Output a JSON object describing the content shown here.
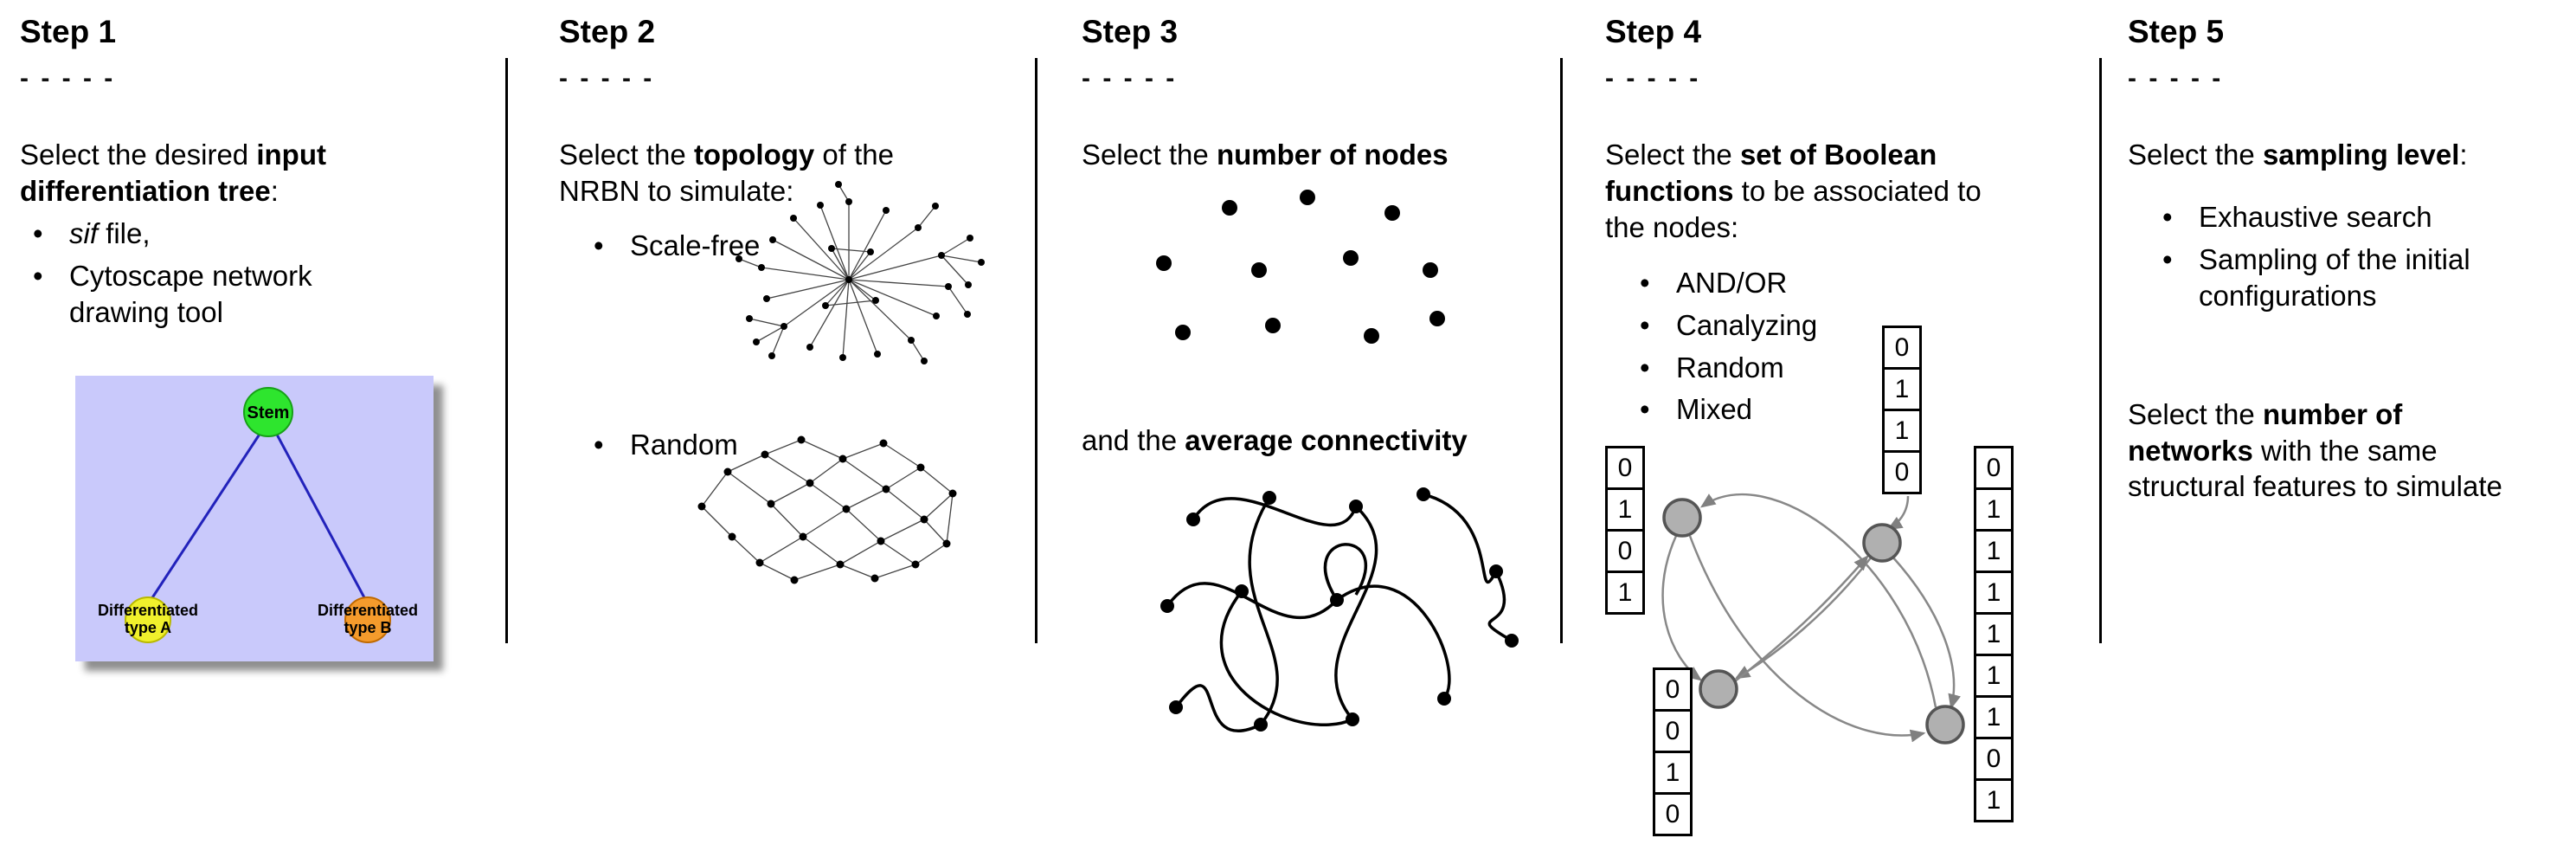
{
  "step1": {
    "title": "Step 1",
    "dashes": "- - - - -",
    "intro_l1_pre": "Select the desired ",
    "intro_l1_bold": "input",
    "intro_l2_bold": "differentiation tree",
    "intro_l2_post": ":",
    "bullet1_italic": "sif",
    "bullet1_rest": " file,",
    "bullet2_l1": "Cytoscape network",
    "bullet2_l2": "drawing tool",
    "tree": {
      "root": "Stem",
      "left_l1": "Differentiated",
      "left_l2": "type A",
      "right_l1": "Differentiated",
      "right_l2": "type B"
    },
    "colors": {
      "panel_bg": "#c9c9fb",
      "root_fill": "#2ee52e",
      "left_fill": "#f0f02c",
      "right_fill": "#f59b2c",
      "edge": "#2222bb"
    }
  },
  "step2": {
    "title": "Step 2",
    "dashes": "- - - - -",
    "intro_l1_pre": "Select the ",
    "intro_l1_bold": "topology",
    "intro_l1_post": " of the",
    "intro_l2": "NRBN to simulate:",
    "bullet1": "Scale-free",
    "bullet2": "Random"
  },
  "step3": {
    "title": "Step 3",
    "dashes": "- - - - -",
    "line1_pre": "Select the ",
    "line1_bold": "number of nodes",
    "line2_pre": "and the ",
    "line2_bold": "average connectivity"
  },
  "step4": {
    "title": "Step 4",
    "dashes": "- - - - -",
    "intro_l1_pre": "Select the ",
    "intro_l1_bold": "set of Boolean",
    "intro_l2_bold": "functions",
    "intro_l2_post": " to be associated to",
    "intro_l3": "the nodes:",
    "bullets": [
      "AND/OR",
      "Canalyzing",
      "Random",
      "Mixed"
    ],
    "truth_tables": {
      "top": [
        "0",
        "1",
        "1",
        "0"
      ],
      "left": [
        "0",
        "1",
        "0",
        "1"
      ],
      "right": [
        "0",
        "1",
        "1",
        "1",
        "1",
        "1",
        "1",
        "0",
        "1"
      ],
      "bottom": [
        "0",
        "0",
        "1",
        "0"
      ]
    }
  },
  "step5": {
    "title": "Step 5",
    "dashes": "- - - - -",
    "intro_pre": "Select the ",
    "intro_bold": "sampling level",
    "intro_post": ":",
    "bullet1": "Exhaustive search",
    "bullet2_l1": "Sampling of the initial",
    "bullet2_l2": "configurations",
    "second_l1_pre": "Select the ",
    "second_l1_bold": "number of",
    "second_l2_bold": "networks",
    "second_l2_rest": " with the same",
    "second_l3": "structural features to simulate"
  }
}
